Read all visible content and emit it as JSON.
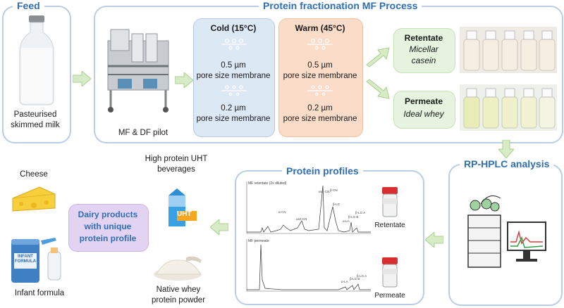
{
  "feed": {
    "title": "Feed",
    "label_line1": "Pasteurised",
    "label_line2": "skimmed milk"
  },
  "mf_process": {
    "title": "Protein fractionation MF Process",
    "pilot_label": "MF & DF pilot",
    "cold": {
      "title": "Cold (15°C)",
      "m1_size": "0.5 µm",
      "m1_desc": "pore size membrane",
      "m2_size": "0.2 µm",
      "m2_desc": "pore size membrane"
    },
    "warm": {
      "title": "Warm (45°C)",
      "m1_size": "0.5 µm",
      "m1_desc": "pore size membrane",
      "m2_size": "0.2 µm",
      "m2_desc": "pore size membrane"
    },
    "retentate": {
      "title": "Retentate",
      "line1": "Micellar",
      "line2": "casein"
    },
    "permeate": {
      "title": "Permeate",
      "subtitle": "Ideal whey"
    }
  },
  "hplc": {
    "title": "RP-HPLC analysis"
  },
  "profiles": {
    "title": "Protein profiles",
    "retentate_label": "Retentate",
    "permeate_label": "Permeate",
    "chrom1_title": "MF retentate (2x diluted)",
    "chrom2_title": "MF permeate",
    "peaks_top": [
      "α-CN",
      "αs2-CN",
      "αs1-CN",
      "β-CN",
      "β-LG",
      "α-LA",
      "β-LG B",
      "β-LG A"
    ],
    "peaks_bottom": [
      "α-LA",
      "β-LG B",
      "β-LG A"
    ]
  },
  "products": {
    "center_line1": "Dairy products",
    "center_line2": "with unique",
    "center_line3": "protein profile",
    "cheese": "Cheese",
    "uht_line1": "High protein UHT",
    "uht_line2": "beverages",
    "uht_badge": "UHT",
    "infant": "Infant formula",
    "can_line1": "INFANT",
    "can_line2": "FORMULA",
    "whey_line1": "Native whey",
    "whey_line2": "protein powder"
  },
  "colors": {
    "panel_border": "#b9cde6",
    "title": "#2f6eb5",
    "cold_fill": "#dde8f5",
    "warm_fill": "#fbdcc8",
    "result_fill": "#e6f4df",
    "arrow": "#b7dc9f",
    "dairy_fill": "#e3d3f2"
  }
}
